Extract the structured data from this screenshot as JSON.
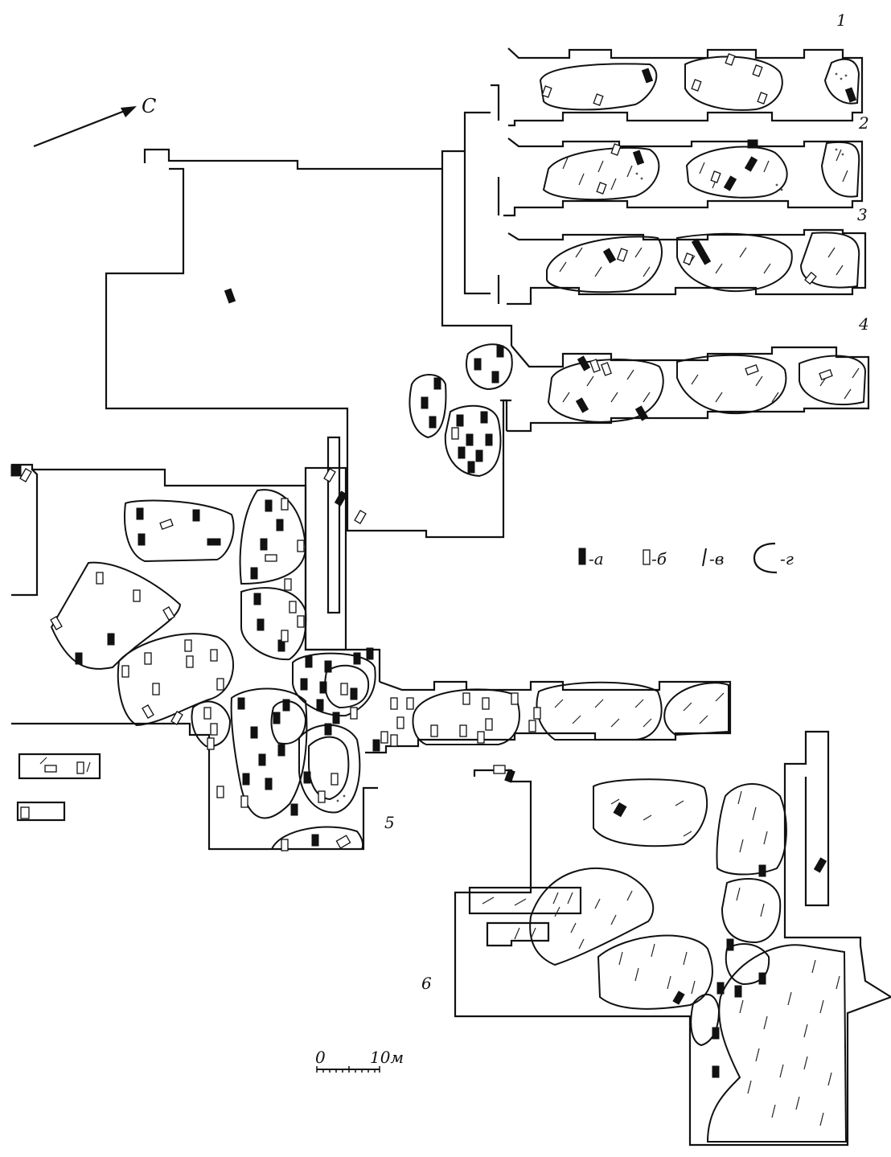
{
  "north": {
    "label": "С"
  },
  "buildings": [
    {
      "id": "1",
      "label": "1"
    },
    {
      "id": "2",
      "label": "2"
    },
    {
      "id": "3",
      "label": "3"
    },
    {
      "id": "4",
      "label": "4"
    },
    {
      "id": "5",
      "label": "5"
    },
    {
      "id": "6",
      "label": "6"
    }
  ],
  "legend": {
    "items": [
      {
        "symbol": "filled-rect",
        "label": "-а"
      },
      {
        "symbol": "open-rect",
        "label": "-б"
      },
      {
        "symbol": "stroke",
        "label": "-в"
      },
      {
        "symbol": "contour",
        "label": "-г"
      }
    ]
  },
  "scale": {
    "start": "0",
    "end": "10м"
  }
}
